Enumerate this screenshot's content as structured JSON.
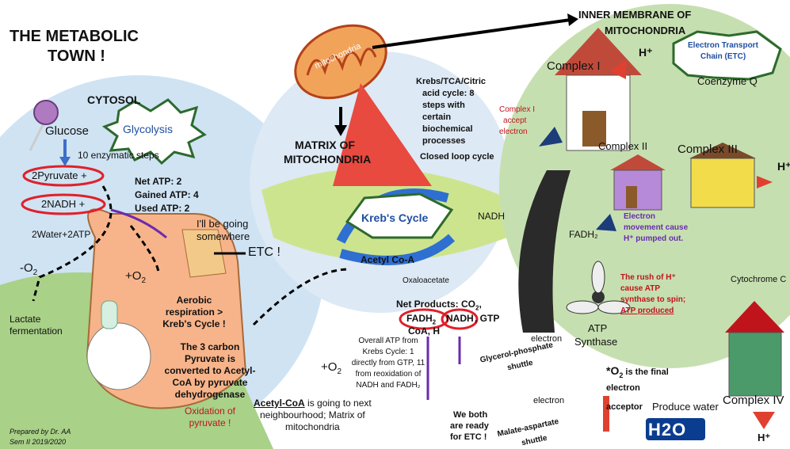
{
  "title": {
    "line1": "THE METABOLIC",
    "line2": "TOWN !"
  },
  "cytosol": {
    "heading": "CYTOSOL",
    "glycolysis": "Glycolysis",
    "glucose": "Glucose",
    "steps": "10 enzymatic steps",
    "pyruvate": "2Pyruvate +",
    "nadh": "2NADH +",
    "water_atp": "2Water+2ATP",
    "net_atp": "Net ATP: 2",
    "gained_atp": "Gained ATP: 4",
    "used_atp": "Used ATP: 2",
    "going_1": "I'll be going",
    "going_2": "somewhere",
    "etc": "ETC !",
    "minus_o2": "-O",
    "minus_o2_sub": "2",
    "plus_o2": "+O",
    "plus_o2_sub": "2",
    "lactate_1": "Lactate",
    "lactate_2": "fermentation",
    "aerobic_1": "Aerobic",
    "aerobic_2": "respiration >",
    "aerobic_3": "Kreb's Cycle !",
    "carbon_1": "The 3 carbon",
    "carbon_2": "Pyruvate is",
    "carbon_3": "converted to Acetyl-",
    "carbon_4": "CoA by pyruvate",
    "carbon_5": "dehydrogenase",
    "oxidation_1": "Oxidation of",
    "oxidation_2": "pyruvate !"
  },
  "matrix": {
    "mitochondria_label": "mitochondria",
    "heading_1": "MATRIX OF",
    "heading_2": "MITOCHONDRIA",
    "krebs_bullet_1": "Krebs/TCA/Citric",
    "krebs_bullet_2": "acid cycle: 8",
    "krebs_bullet_3": "steps with",
    "krebs_bullet_4": "certain",
    "krebs_bullet_5": "biochemical",
    "krebs_bullet_6": "processes",
    "krebs_bullet_7": "Closed loop cycle",
    "krebs_cycle": "Kreb's Cycle",
    "acetyl_coa": "Acetyl Co-A",
    "oxaloacetate": "Oxaloacetate",
    "net_products_1": "Net Products: CO",
    "net_products_sub": "2",
    "net_products_2": ",",
    "fadh2": "FADH",
    "fadh2_sub": "2",
    "nadh": "NADH",
    "gtp": ", GTP",
    "coa_h": "CoA, H",
    "overall_1": "Overall ATP from",
    "overall_2": "Krebs Cycle: 1",
    "overall_3": "directly from GTP, 11",
    "overall_4": "from reoxidation of",
    "overall_5": "NADH and FADH₂",
    "plus_o2": "+O",
    "plus_o2_sub": "2",
    "acetyl_next_1": "Acetyl-CoA",
    "acetyl_next_2": " is going to next",
    "acetyl_next_3": "neighbourhood; Matrix of",
    "acetyl_next_4": "mitochondria",
    "ready_1": "We  both",
    "ready_2": "are ready",
    "ready_3": "for ETC !"
  },
  "shuttles": {
    "electron_1": "electron",
    "glycerol_1": "Glycerol-phosphate",
    "glycerol_2": "shuttle",
    "electron_2": "electron",
    "malate_1": "Malate-aspartate",
    "malate_2": "shuttle"
  },
  "etc": {
    "inner_membrane_1": "INNER MEMBRANE OF",
    "inner_membrane_2": "MITOCHONDRIA",
    "etc_label_1": "Electron Transport",
    "etc_label_2": "Chain (ETC)",
    "complex_1": "Complex I",
    "complex_2": "Complex II",
    "complex_3": "Complex III",
    "complex_4": "Complex IV",
    "coenzyme_q": "Coenzyme Q",
    "h_plus": "H⁺",
    "complex1_accept_1": "Complex I",
    "complex1_accept_2": "accept",
    "complex1_accept_3": "electron",
    "nadh": "NADH",
    "fadh2": "FADH₂",
    "electron_movement_1": "Electron",
    "electron_movement_2": "movement cause",
    "electron_movement_3": "H⁺ pumped out.",
    "rush_1": "The rush of H⁺",
    "rush_2": "cause ATP",
    "rush_3": "synthase to spin;",
    "rush_4": "ATP produced",
    "atp_synthase_1": "ATP",
    "atp_synthase_2": "Synthase",
    "cytochrome_c": "Cytochrome C",
    "o2_final_1": "*O",
    "o2_final_sub": "2",
    "o2_final_2": " is the final",
    "o2_final_3": "electron",
    "o2_final_4": "acceptor",
    "produce_water": "Produce water",
    "h2o": "H2O"
  },
  "credits": {
    "line1": "Prepared by Dr. AA",
    "line2": "Sem II 2019/2020"
  },
  "colors": {
    "red": "#c0141c",
    "purple": "#6a2bb0",
    "blue": "#1f4fa0",
    "green_bg": "#c6dfb0",
    "blue_bg": "#cfe3f3",
    "orange": "#f7b48a"
  }
}
